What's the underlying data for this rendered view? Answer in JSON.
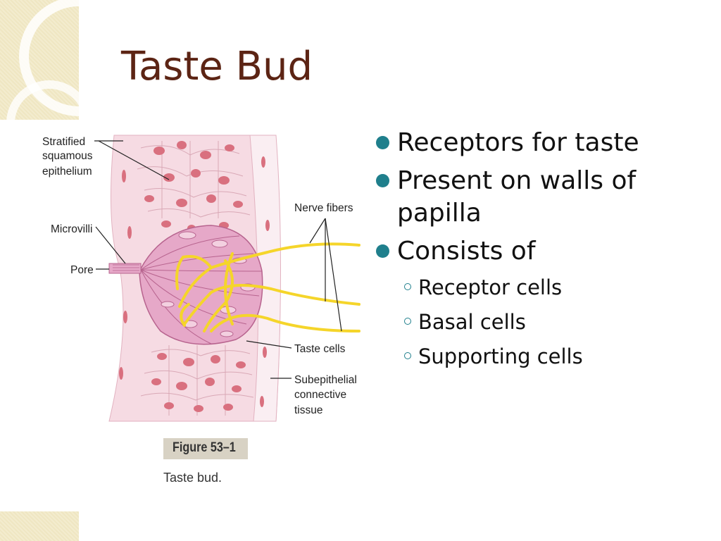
{
  "slide": {
    "title": "Taste Bud",
    "bullets": [
      {
        "text": "Receptors for taste",
        "level": 1
      },
      {
        "text": "Present on walls of papilla",
        "level": 1
      },
      {
        "text": "Consists of",
        "level": 1
      },
      {
        "text": "Receptor cells",
        "level": 2
      },
      {
        "text": "Basal cells",
        "level": 2
      },
      {
        "text": "Supporting cells",
        "level": 2
      }
    ]
  },
  "figure": {
    "labels": {
      "stratified": "Stratified",
      "squamous": "squamous",
      "epithelium": "epithelium",
      "microvilli": "Microvilli",
      "pore": "Pore",
      "nerve_fibers": "Nerve fibers",
      "taste_cells": "Taste cells",
      "subepithelial": "Subepithelial",
      "connective": "connective",
      "tissue": "tissue"
    },
    "caption_number": "Figure 53–1",
    "caption_text": "Taste bud."
  },
  "colors": {
    "title": "#5c2414",
    "bullet_accent": "#1f7f8c",
    "tissue": "#f6dbe3",
    "nuclei": "#d9707f",
    "taste_bud": "#e6a8c8",
    "nerve": "#f5d52a"
  }
}
